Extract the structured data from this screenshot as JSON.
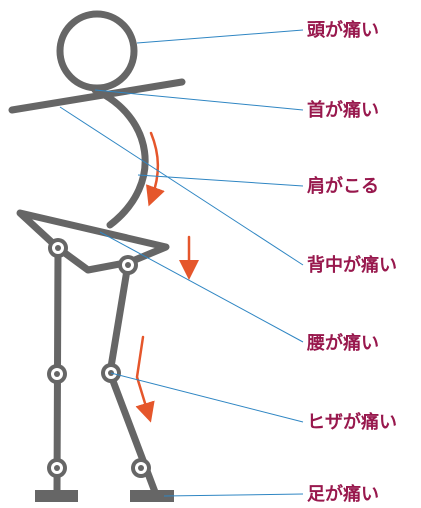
{
  "labels": {
    "head": "頭が痛い",
    "neck": "首が痛い",
    "shoulder": "肩がこる",
    "back": "背中が痛い",
    "lower_back": "腰が痛い",
    "knee": "ヒザが痛い",
    "foot": "足が痛い"
  },
  "colors": {
    "figure": "#666666",
    "leader": "#2f86c3",
    "arrow": "#e5562b",
    "label": "#98184d",
    "background": "#ffffff"
  }
}
